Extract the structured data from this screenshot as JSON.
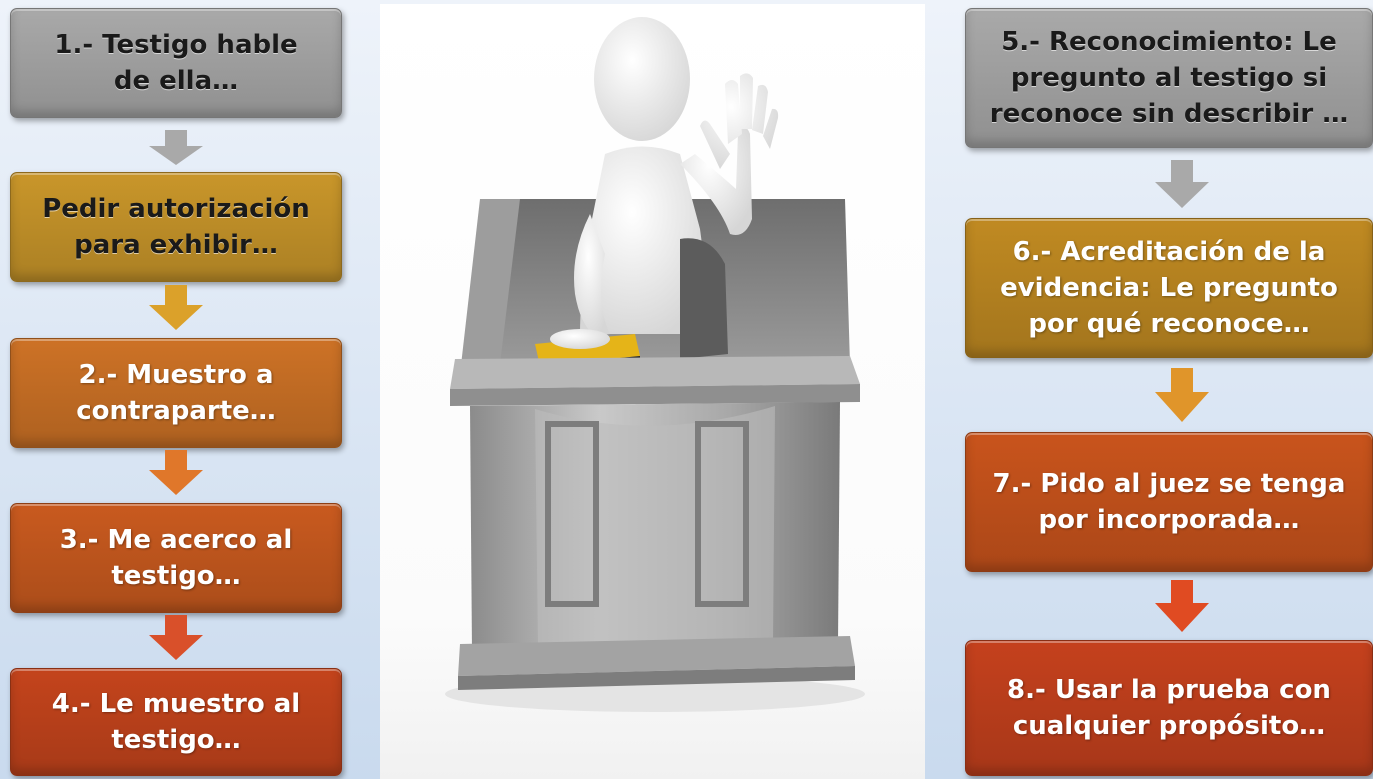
{
  "left_steps": [
    {
      "text": "1.- Testigo hable\nde ella…",
      "color": "#a9a9a9",
      "light": true
    },
    {
      "text": "Pedir autorización\npara exhibir…",
      "color": "#c9962a",
      "light": true
    },
    {
      "text": "2.- Muestro a\ncontraparte…",
      "color": "#cd7226",
      "light": false
    },
    {
      "text": "3.- Me acerco al\ntestigo…",
      "color": "#c95a1f",
      "light": false
    },
    {
      "text": "4.- Le muestro al\ntestigo…",
      "color": "#c4441c",
      "light": false
    }
  ],
  "right_steps": [
    {
      "text": "5.- Reconocimiento: Le\npregunto al testigo si\nreconoce sin describir …",
      "color": "#a9a9a9",
      "light": true
    },
    {
      "text": "6.- Acreditación de la\nevidencia: Le pregunto\npor qué reconoce…",
      "color": "#c08a22",
      "light": false
    },
    {
      "text": "7.- Pido al juez se tenga\npor incorporada…",
      "color": "#c9541c",
      "light": false
    },
    {
      "text": "8.- Usar la prueba con\ncualquier propósito…",
      "color": "#c5411d",
      "light": false
    }
  ],
  "left_arrow_colors": [
    "#a9a9a9",
    "#dba12a",
    "#e0772a",
    "#d9502a"
  ],
  "right_arrow_colors": [
    "#a9a9a9",
    "#e0952a",
    "#e04b22"
  ],
  "picture": {
    "description_icon": "witness-stand-figure-raising-hand-icon",
    "stand_color": "#9a9a9a",
    "book_color": "#e5b418"
  }
}
